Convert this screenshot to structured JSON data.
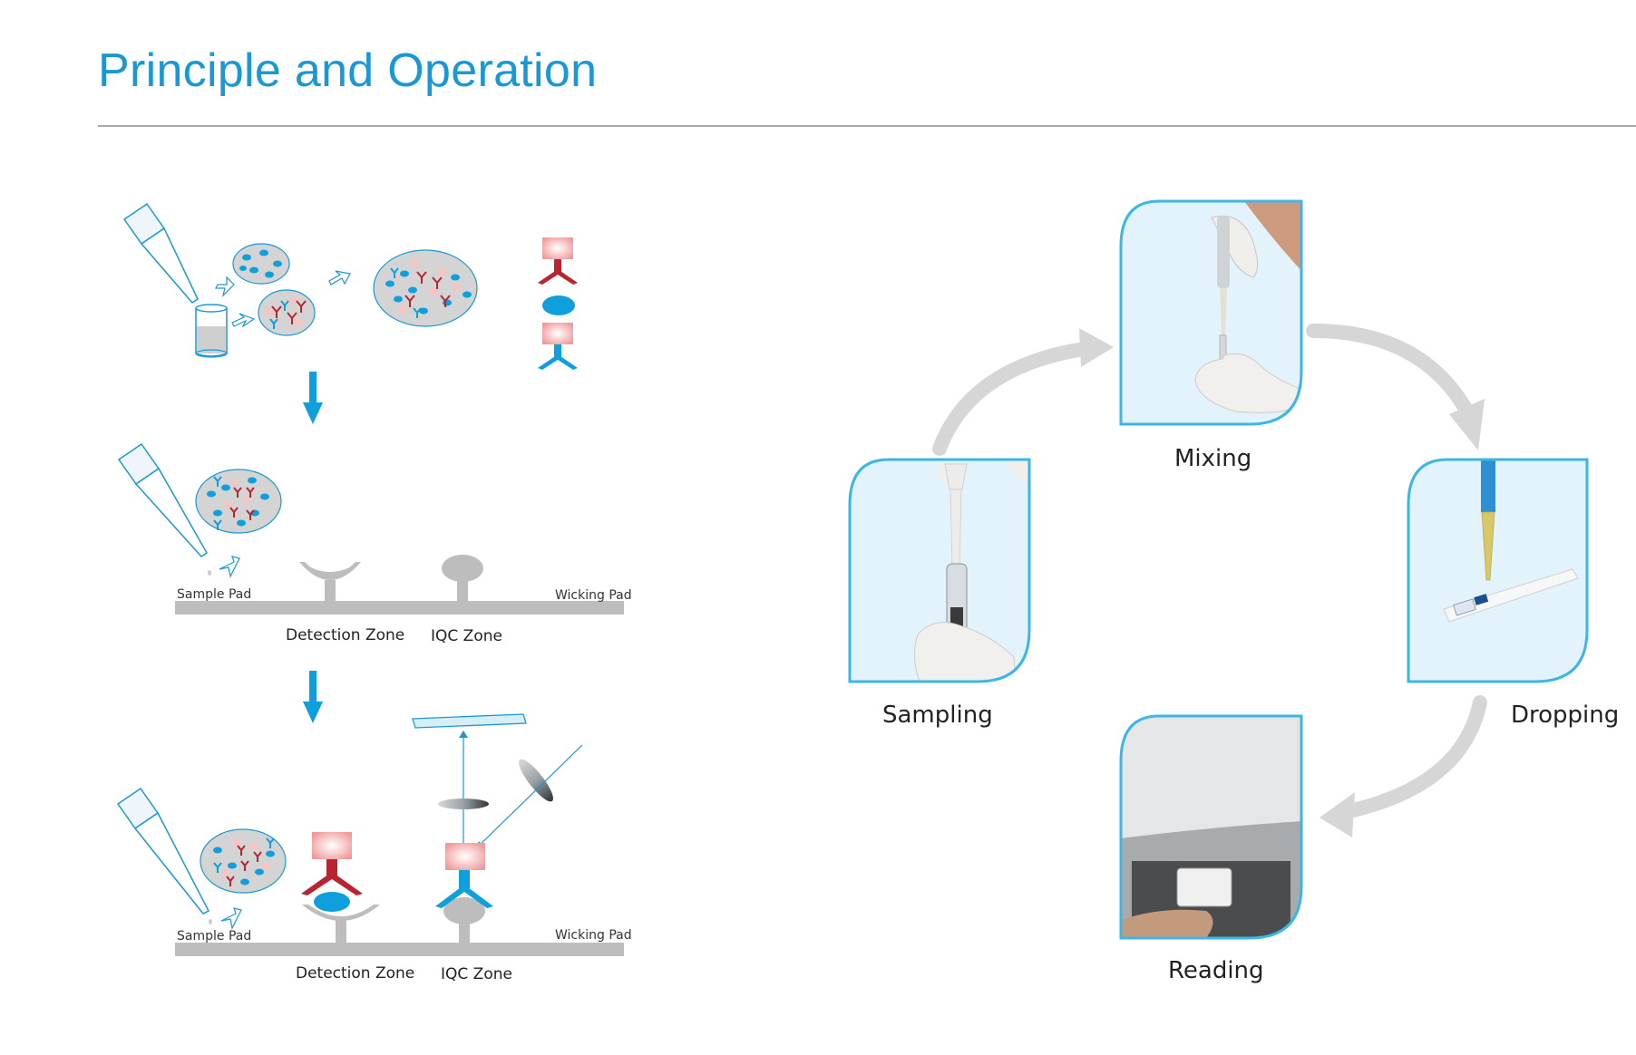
{
  "title": "Principle and Operation",
  "diagram": {
    "pad_labels": {
      "sample_pad": "Sample Pad",
      "wicking_pad": "Wicking Pad"
    },
    "zone_labels": {
      "detection": "Detection Zone",
      "iqc": "IQC Zone"
    }
  },
  "steps": {
    "mixing": "Mixing",
    "sampling": "Sampling",
    "dropping": "Dropping",
    "reading": "Reading"
  },
  "colors": {
    "accent": "#1a98d5",
    "blue_particle": "#0e9fdc",
    "red_antibody": "#b8252e",
    "pink_label": "#f5b8b8",
    "gray_strip": "#bdbdbd",
    "panel_fill": "#e3f3fb",
    "panel_border": "#3cb6e6",
    "arrow_gray": "#d6d6d6"
  }
}
